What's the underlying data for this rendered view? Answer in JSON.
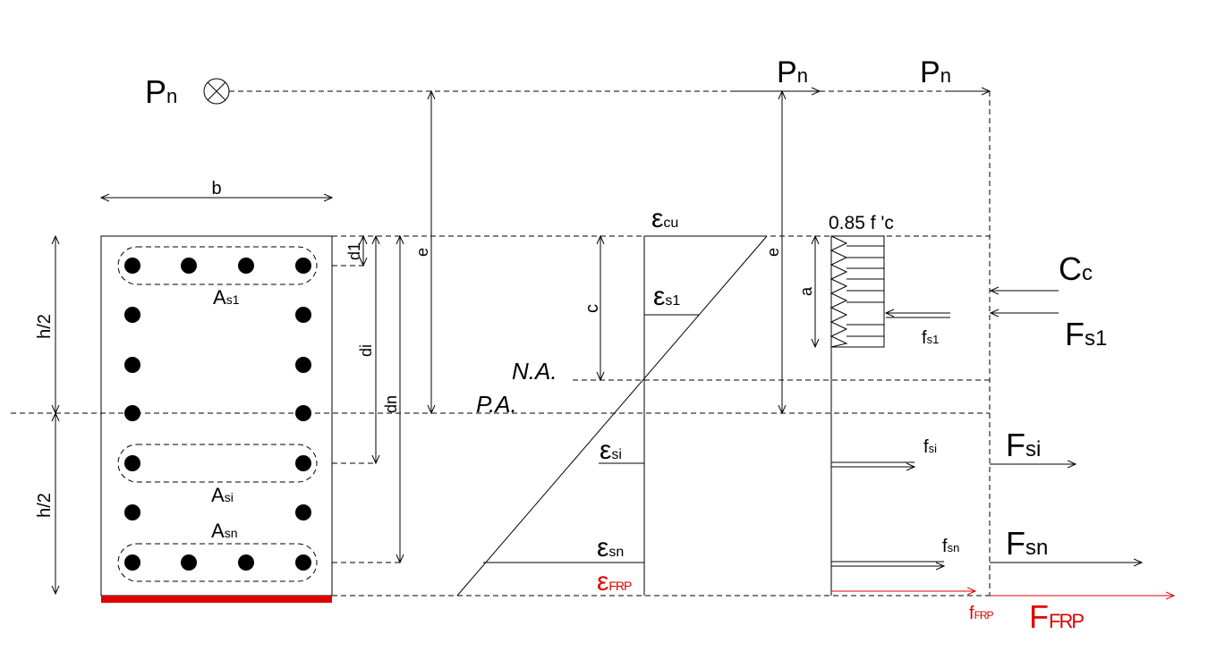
{
  "labels": {
    "pn": "P",
    "pn_sub": "n",
    "b": "b",
    "h_half": "h/2",
    "d1": "d1",
    "di": "di",
    "dn": "dn",
    "e": "e",
    "c": "c",
    "a": "a",
    "as1_main": "A",
    "as1_sub": "s1",
    "asi_main": "A",
    "asi_sub": "si",
    "asn_main": "A",
    "asn_sub": "sn",
    "eps": "ε",
    "cu_sub": "cu",
    "s1_sub": "s1",
    "si_sub": "si",
    "sn_sub": "sn",
    "frp_sub": "FRP",
    "na": "N.A.",
    "pa": "P.A.",
    "stress_block": "0.85 f 'c",
    "f_main": "f",
    "F_main": "F",
    "cc_main": "C",
    "cc_sub": "c"
  },
  "colors": {
    "line": "#000000",
    "frp": "#e00000"
  }
}
